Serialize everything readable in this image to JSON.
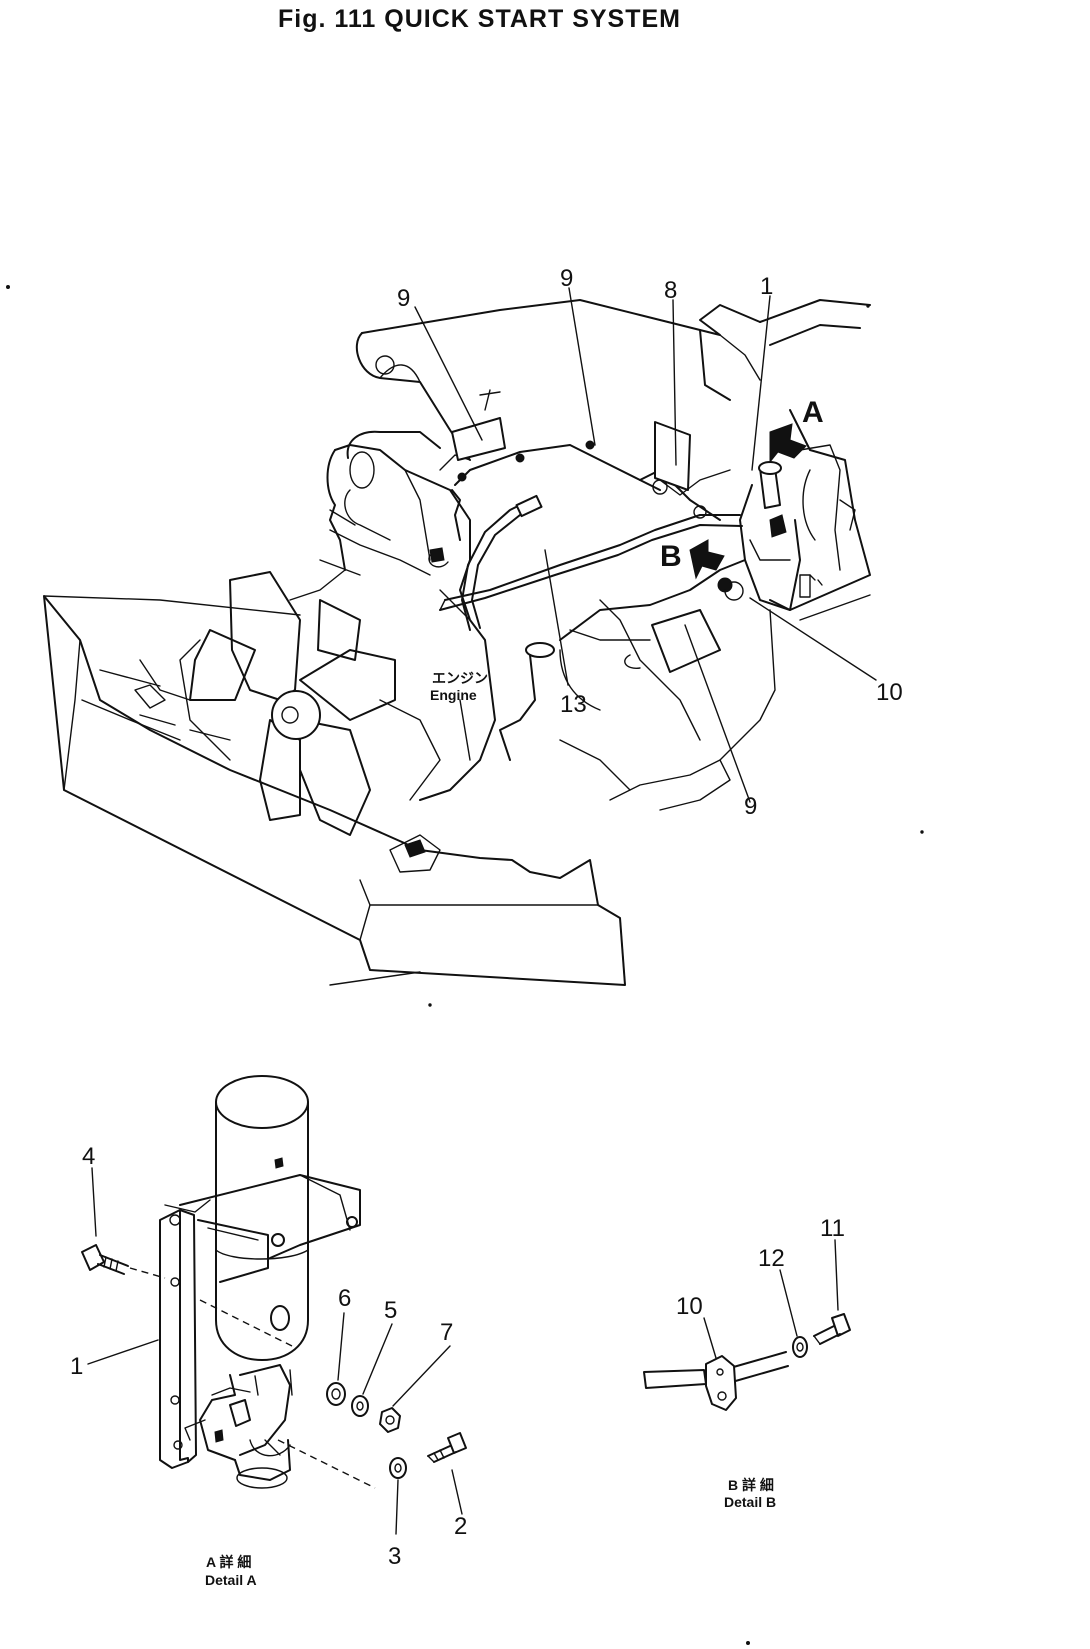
{
  "figure": {
    "title": "Fig. 111   QUICK START SYSTEM"
  },
  "main_view": {
    "engine_label_jp": "エンジン",
    "engine_label": "Engine",
    "view_arrows": {
      "a": "A",
      "b": "B"
    },
    "callouts": {
      "c9_left": "9",
      "c9_mid": "9",
      "c8": "8",
      "c1": "1",
      "c10": "10",
      "c13": "13",
      "c9_bottom": "9"
    }
  },
  "detail_a": {
    "caption_jp": "A 詳 細",
    "caption": "Detail A",
    "callouts": {
      "c4": "4",
      "c1": "1",
      "c6": "6",
      "c5": "5",
      "c7": "7",
      "c2": "2",
      "c3": "3"
    }
  },
  "detail_b": {
    "caption_jp": "B 詳 細",
    "caption": "Detail B",
    "callouts": {
      "c10": "10",
      "c12": "12",
      "c11": "11"
    }
  }
}
